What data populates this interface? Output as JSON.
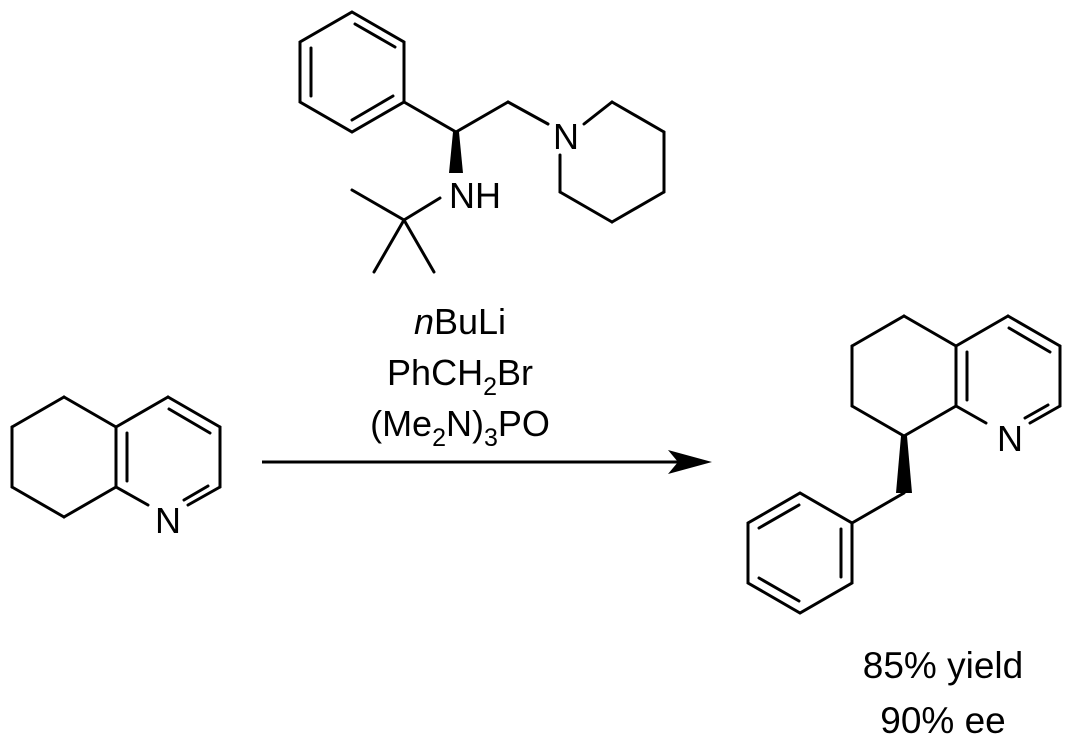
{
  "atoms": {
    "ligand_nitrogen": "N",
    "ligand_amine": "NH",
    "starting_material_nitrogen": "N",
    "product_nitrogen": "N"
  },
  "reagents": {
    "line1_prefix": "n",
    "line1_rest": "BuLi",
    "line2_a": "PhCH",
    "line2_sub": "2",
    "line2_b": "Br",
    "line3_a": "(Me",
    "line3_sub1": "2",
    "line3_b": "N)",
    "line3_sub2": "3",
    "line3_c": "PO"
  },
  "result": {
    "yield": "85% yield",
    "ee": "90% ee"
  }
}
